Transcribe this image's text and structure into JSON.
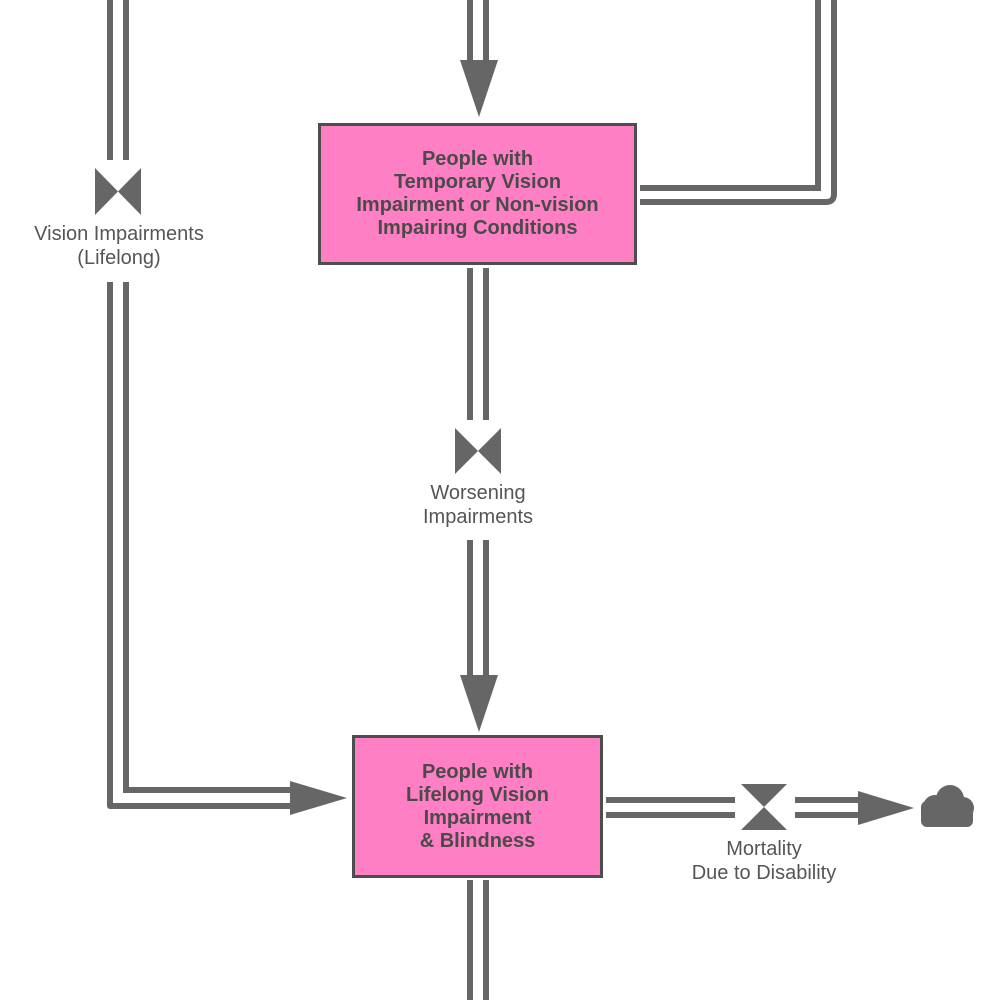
{
  "stocks": {
    "temporary": "People with\nTemporary Vision\nImpairment or Non-vision\nImpairing Conditions",
    "lifelong": "People with\nLifelong Vision\nImpairment\n& Blindness"
  },
  "flows": {
    "vision_impairments_lifelong": "Vision Impairments\n(Lifelong)",
    "worsening_impairments": "Worsening\nImpairments",
    "mortality": "Mortality\nDue to Disability"
  },
  "icons": {
    "valve": "valve-icon",
    "sink": "cloud-icon",
    "arrow": "arrowhead-icon"
  },
  "colors": {
    "stock_fill": "#ff7fc4",
    "stroke": "#666666",
    "border": "#4d4d4d"
  }
}
